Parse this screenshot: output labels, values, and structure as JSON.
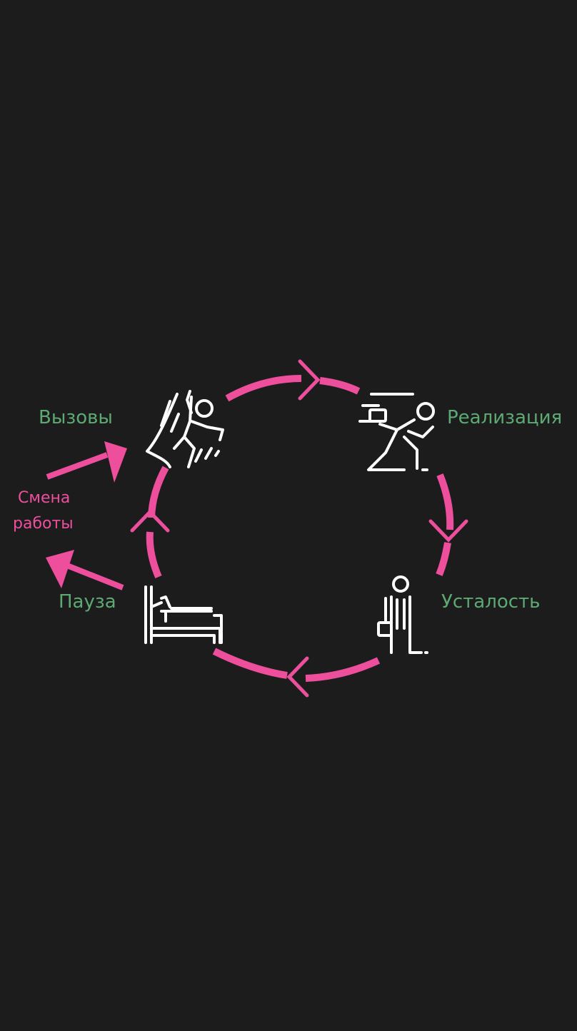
{
  "colors": {
    "background": "#1c1c1c",
    "accent": "#ee4f9d",
    "stage_label": "#5da974",
    "icon_stroke": "#ffffff"
  },
  "stages": [
    {
      "label": "Вызовы",
      "icon": "climber-icon"
    },
    {
      "label": "Реализация",
      "icon": "running-businessman-icon"
    },
    {
      "label": "Усталость",
      "icon": "standing-person-briefcase-icon"
    },
    {
      "label": "Пауза",
      "icon": "bed-icon"
    }
  ],
  "exit_label": {
    "line1": "Смена",
    "line2": "работы"
  }
}
